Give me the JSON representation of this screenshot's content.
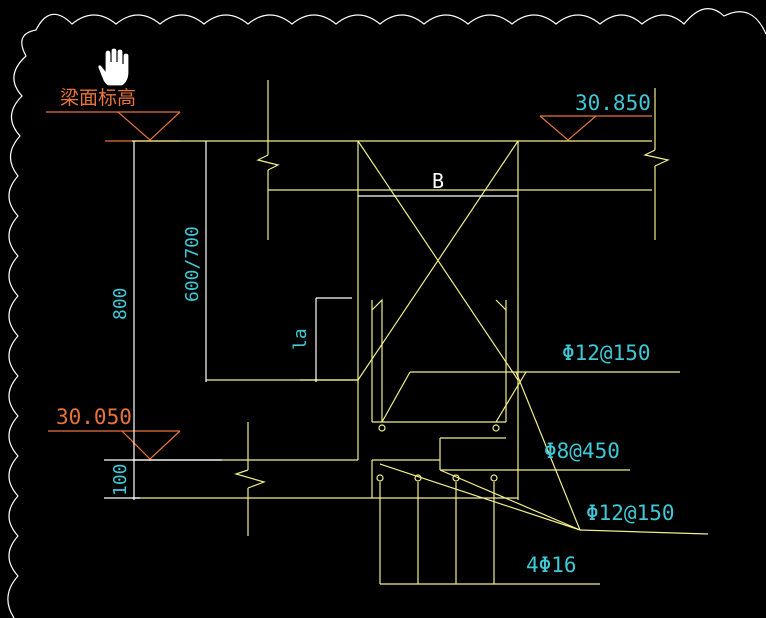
{
  "labels": {
    "beam_top_label": "梁面标高",
    "elev_top_right": "30.850",
    "elev_left": "30.050",
    "dim_800": "800",
    "dim_600_700": "600/700",
    "dim_100": "100",
    "dim_la": "la",
    "dim_b": "B",
    "rebar_1": "Φ12@150",
    "rebar_2": "Φ8@450",
    "rebar_3": "Φ12@150",
    "rebar_4": "4Φ16"
  },
  "icons": {
    "cursor": "hand-pan-cursor"
  },
  "colors": {
    "background": "#000000",
    "geometry": "#f2ee8a",
    "dimension_text": "#3fc8d6",
    "elevation": "#e8743a",
    "revision_cloud": "#ffffff"
  }
}
